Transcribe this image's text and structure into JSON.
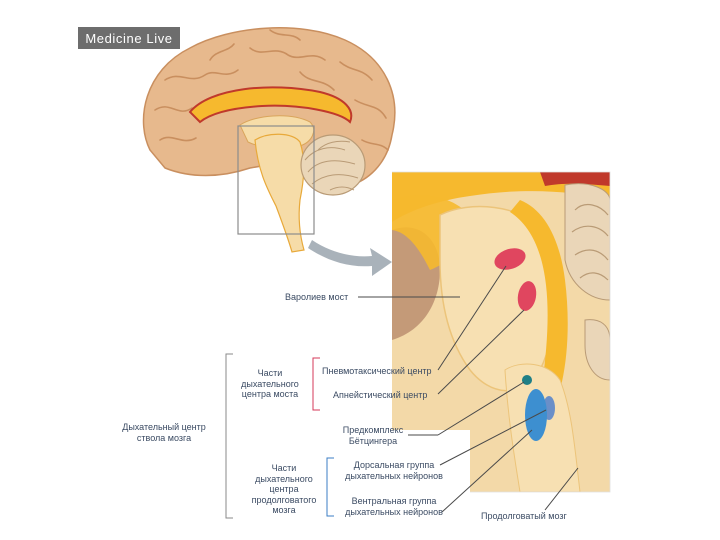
{
  "watermark": "Medicine Live",
  "labels": {
    "pons": "Варолиев мост",
    "pneumotaxic": "Пневмотаксический центр",
    "apneustic": "Апнейстический центр",
    "botzinger_l1": "Предкомплекс",
    "botzinger_l2": "Бётцингера",
    "dorsal_l1": "Дорсальная группа",
    "dorsal_l2": "дыхательных нейронов",
    "ventral_l1": "Вентральная группа",
    "ventral_l2": "дыхательных нейронов",
    "medulla": "Продолговатый мозг",
    "resp_center_l1": "Дыхательный центр",
    "resp_center_l2": "ствола мозга",
    "pons_parts_l1": "Части",
    "pons_parts_l2": "дыхательного",
    "pons_parts_l3": "центра моста",
    "medulla_parts_l1": "Части",
    "medulla_parts_l2": "дыхательного",
    "medulla_parts_l3": "центра",
    "medulla_parts_l4": "продолговатого",
    "medulla_parts_l5": "мозга"
  },
  "colors": {
    "cortex": "#e7b98d",
    "cortex_dark": "#c98f5f",
    "brainstem": "#f6dca8",
    "yellow": "#f6b92e",
    "red_center": "#e0465f",
    "blue_center": "#3d8fd0",
    "teal_center": "#1f7f86",
    "pons_bracket": "#d6385a",
    "medulla_bracket": "#3b7ec4",
    "main_bracket": "#8a8a8a"
  }
}
